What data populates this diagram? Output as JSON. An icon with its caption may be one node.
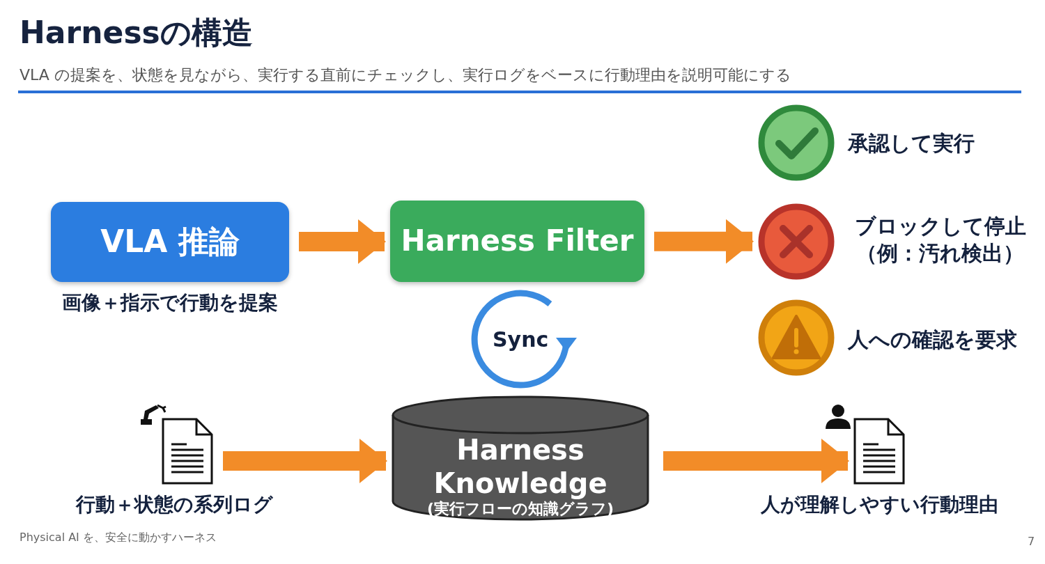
{
  "diagram": {
    "title": "Harnessの構造",
    "nodes": [
      {
        "text": [
          "VLA 推論"
        ],
        "beside": [
          "画像＋指示で行動を提案"
        ]
      },
      {
        "text": [
          "Harness Filter"
        ]
      },
      {
        "text": [],
        "shape": "circle",
        "beside": [
          "承認して実行"
        ]
      },
      {
        "text": [],
        "shape": "circle",
        "beside": [
          "ブロックして停止（例：汚れ検出）"
        ]
      },
      {
        "text": [],
        "shape": "circle",
        "beside": [
          "人への確認を要求"
        ]
      },
      {
        "text": [],
        "shape": "document",
        "beside": [
          "行動＋状態の系列ログ"
        ]
      },
      {
        "text": [
          "Harness Knowledge",
          "(実行フローの知識グラフ)"
        ]
      },
      {
        "text": [],
        "shape": "document",
        "beside": [
          "人が理解しやすい行動理由"
        ]
      }
    ],
    "edges": [
      {
        "from": 0,
        "to": 1,
        "arrow": "to"
      },
      {
        "from": 1,
        "to": 3,
        "arrow": "to"
      },
      {
        "from": 5,
        "to": 6,
        "arrow": "to"
      },
      {
        "from": 6,
        "to": 7,
        "arrow": "to"
      }
    ],
    "labels": [
      "VLA の提案を、状態を見ながら、実行する直前にチェックし、実行ログをベースに行動理由を説明可能にする",
      "Sync",
      "Physical AI を、安全に動かすハーネス",
      "7"
    ]
  }
}
